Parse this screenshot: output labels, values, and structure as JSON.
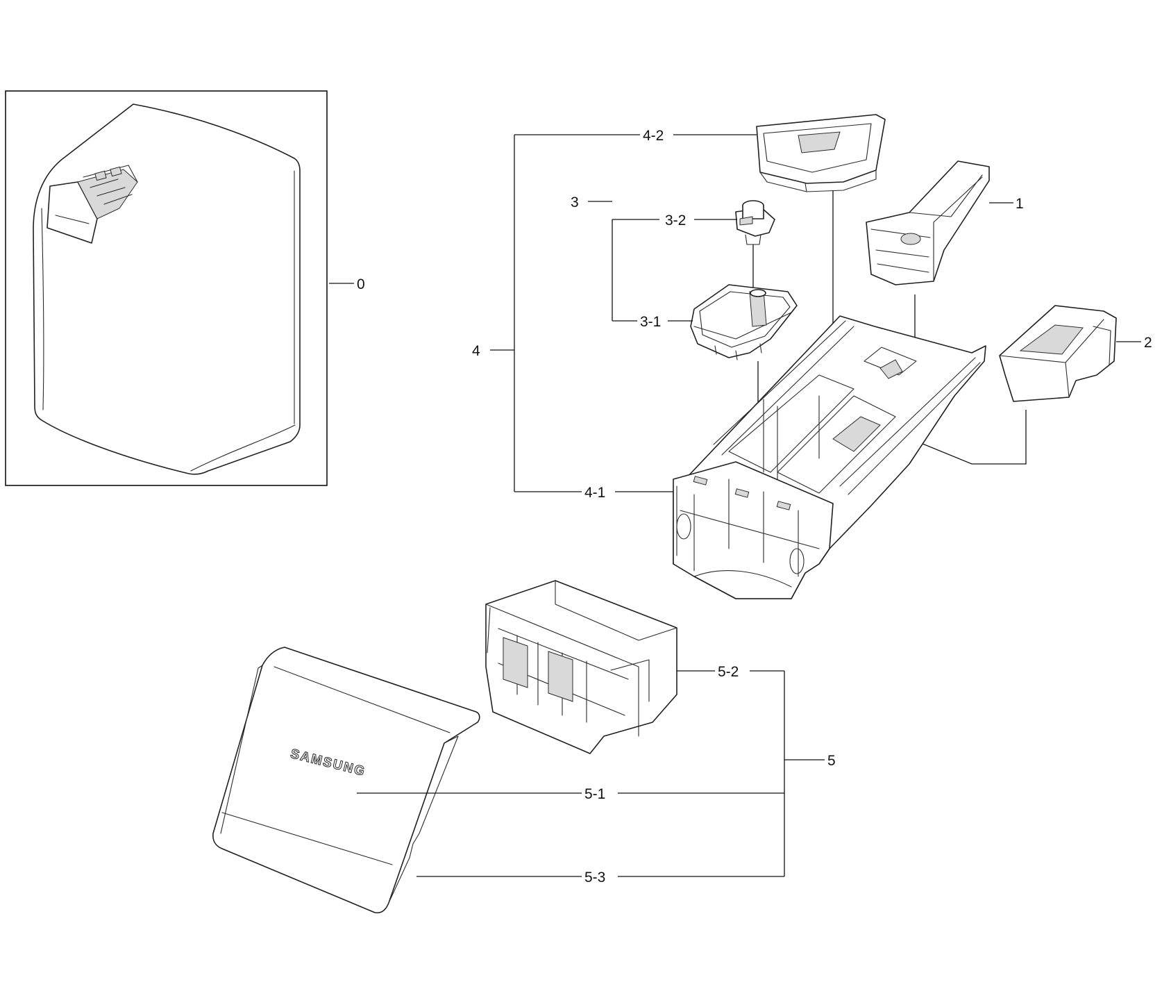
{
  "callouts": {
    "c0": "0",
    "c1": "1",
    "c2": "2",
    "c3": "3",
    "c3_1": "3-1",
    "c3_2": "3-2",
    "c4": "4",
    "c4_1": "4-1",
    "c4_2": "4-2",
    "c5": "5",
    "c5_1": "5-1",
    "c5_2": "5-2",
    "c5_3": "5-3"
  },
  "branding": {
    "panel_logo": "SAMSUNG"
  },
  "colors": {
    "line": "#1f1f1f",
    "background": "#ffffff"
  }
}
